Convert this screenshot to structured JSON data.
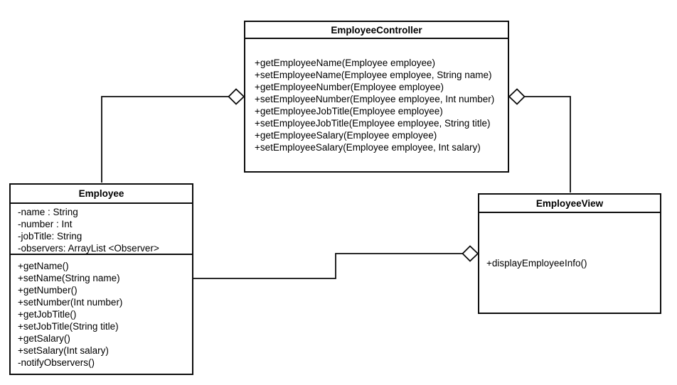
{
  "diagram": {
    "background_color": "#ffffff",
    "stroke_color": "#0d0d0d",
    "classes": [
      {
        "id": "EmployeeController",
        "title": "EmployeeController",
        "attributes": [],
        "methods": [
          "+getEmployeeName(Employee employee)",
          "+setEmployeeName(Employee employee, String name)",
          "+getEmployeeNumber(Employee employee)",
          "+setEmployeeNumber(Employee employee, Int number)",
          "+getEmployeeJobTitle(Employee employee)",
          "+setEmployeeJobTitle(Employee employee, String title)",
          "+getEmployeeSalary(Employee employee)",
          "+setEmployeeSalary(Employee employee, Int salary)"
        ]
      },
      {
        "id": "Employee",
        "title": "Employee",
        "attributes": [
          "-name : String",
          "-number : Int",
          "-jobTitle: String",
          "-observers: ArrayList <Observer>"
        ],
        "methods": [
          "+getName()",
          "+setName(String name)",
          "+getNumber()",
          "+setNumber(Int number)",
          "+getJobTitle()",
          "+setJobTitle(String title)",
          "+getSalary()",
          "+setSalary(Int salary)",
          "-notifyObservers()"
        ]
      },
      {
        "id": "EmployeeView",
        "title": "EmployeeView",
        "attributes": [],
        "methods": [
          "+displayEmployeeInfo()"
        ]
      }
    ],
    "relationships": [
      {
        "type": "aggregation",
        "aggregate": "EmployeeController",
        "part": "Employee"
      },
      {
        "type": "aggregation",
        "aggregate": "EmployeeController",
        "part": "EmployeeView"
      },
      {
        "type": "aggregation",
        "aggregate": "EmployeeView",
        "part": "Employee"
      }
    ]
  }
}
